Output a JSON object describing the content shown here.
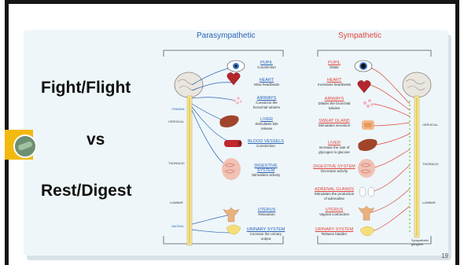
{
  "slide": {
    "title_top": "Fight/Flight",
    "title_mid": "vs",
    "title_bottom": "Rest/Digest",
    "slide_number": "19"
  },
  "diagram": {
    "parasympathetic_header": "Parasympathetic",
    "sympathetic_header": "Sympathetic",
    "left_segments": [
      "CRANIAL",
      "CERVICAL",
      "THORACIC",
      "LUMBAR",
      "SACRAL"
    ],
    "right_segments": [
      "CERVICAL",
      "THORACIC",
      "LUMBAR"
    ],
    "ganglion_label": "Sympathetic ganglion",
    "parasympathetic_effects": [
      {
        "organ": "PUPIL",
        "effect": "Constriction"
      },
      {
        "organ": "HEART",
        "effect": "Slow heartbeats"
      },
      {
        "organ": "AIRWAYS",
        "effect": "Constricts the bronchial tubules"
      },
      {
        "organ": "LIVER",
        "effect": "Stimulates bile release"
      },
      {
        "organ": "BLOOD VESSELS",
        "effect": "Constriction"
      },
      {
        "organ": "DIGESTIVE SYSTEM",
        "effect": "Stimulates activity"
      },
      {
        "organ": "UTERUS",
        "effect": "Relaxation"
      },
      {
        "organ": "URINARY SYSTEM",
        "effect": "Increase the urinary output"
      }
    ],
    "sympathetic_effects": [
      {
        "organ": "PUPIL",
        "effect": "Dilate"
      },
      {
        "organ": "HEART",
        "effect": "Increases heartbeats"
      },
      {
        "organ": "AIRWAYS",
        "effect": "Dilates the bronchial tubules"
      },
      {
        "organ": "SWEAT GLAND",
        "effect": "Stimulates secretion"
      },
      {
        "organ": "LIVER",
        "effect": "Increase the rate of glycogen to glucose"
      },
      {
        "organ": "DIGESTIVE SYSTEM",
        "effect": "Decrease activity"
      },
      {
        "organ": "ADRENAL GLANDS",
        "effect": "Stimulates the production of adrenaline"
      },
      {
        "organ": "UTERUS",
        "effect": "Vaginal contraction"
      },
      {
        "organ": "URINARY SYSTEM",
        "effect": "Relaxes bladder"
      }
    ]
  },
  "colors": {
    "parasympathetic": "#2b62b5",
    "sympathetic": "#e04438",
    "accent": "#f2b90f"
  }
}
